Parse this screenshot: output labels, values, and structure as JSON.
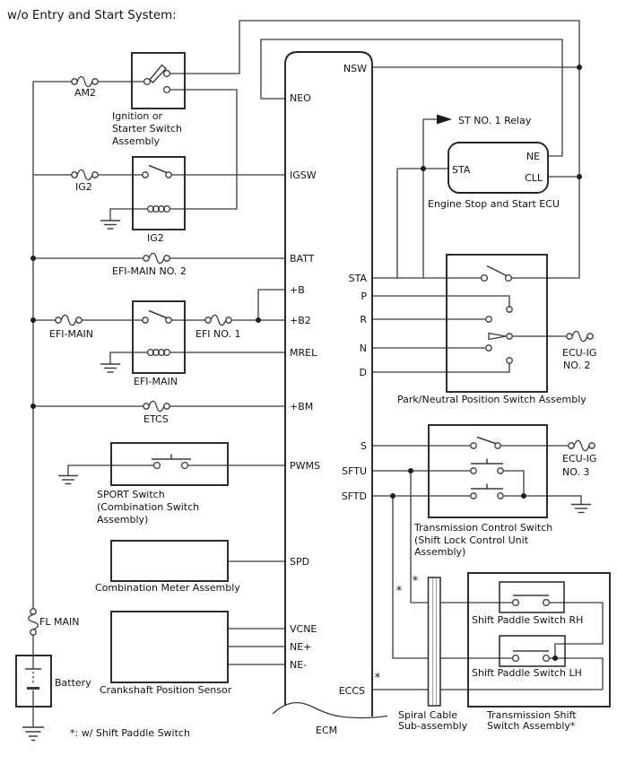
{
  "title": "w/o Entry and Start System:",
  "footnote": "*: w/ Shift Paddle Switch",
  "asterisk": "*",
  "ecm": {
    "label": "ECM",
    "left_pins": [
      "NEO",
      "IGSW",
      "BATT",
      "+B",
      "+B2",
      "MREL",
      "+BM",
      "PWMS",
      "SPD",
      "VCNE",
      "NE+",
      "NE-"
    ],
    "right_pins": [
      "NSW",
      "STA",
      "P",
      "R",
      "N",
      "D",
      "S",
      "SFTU",
      "SFTD",
      "ECCS"
    ]
  },
  "components": {
    "ignition_switch": {
      "label_l1": "Ignition or",
      "label_l2": "Starter Switch",
      "label_l3": "Assembly"
    },
    "ig2_relay": {
      "label": "IG2"
    },
    "efi_main_relay": {
      "label": "EFI-MAIN"
    },
    "sport_switch": {
      "label_l1": "SPORT Switch",
      "label_l2": "(Combination Switch",
      "label_l3": "Assembly)"
    },
    "combination_meter": {
      "label": "Combination Meter Assembly"
    },
    "crankshaft_sensor": {
      "label": "Crankshaft Position Sensor"
    },
    "battery": {
      "label": "Battery"
    },
    "st_no1_relay": {
      "label": "ST NO. 1 Relay"
    },
    "engine_stop_start_ecu": {
      "label": "Engine Stop and Start ECU",
      "pins": {
        "sta": "STA",
        "ne": "NE",
        "cll": "CLL"
      }
    },
    "park_neutral_switch": {
      "label": "Park/Neutral Position Switch Assembly"
    },
    "transmission_control_switch": {
      "label_l1": "Transmission Control Switch",
      "label_l2": "(Shift Lock Control Unit",
      "label_l3": "Assembly)"
    },
    "shift_paddle_rh": {
      "label": "Shift Paddle Switch RH"
    },
    "shift_paddle_lh": {
      "label": "Shift Paddle Switch LH"
    },
    "spiral_cable": {
      "label_l1": "Spiral Cable",
      "label_l2": "Sub-assembly"
    },
    "transmission_shift_switch": {
      "label_l1": "Transmission Shift",
      "label_l2": "Switch Assembly*"
    }
  },
  "fuses": {
    "am2": "AM2",
    "ig2": "IG2",
    "efi_main_no2": "EFI-MAIN NO. 2",
    "efi_main": "EFI-MAIN",
    "efi_no1": "EFI NO. 1",
    "etcs": "ETCS",
    "fl_main": "FL MAIN",
    "ecu_ig_no2_l1": "ECU-IG",
    "ecu_ig_no2_l2": "NO. 2",
    "ecu_ig_no3_l1": "ECU-IG",
    "ecu_ig_no3_l2": "NO. 3"
  },
  "colors": {
    "wire": "#3a3a3a",
    "box": "#222222",
    "text": "#111111",
    "background": "#ffffff"
  }
}
